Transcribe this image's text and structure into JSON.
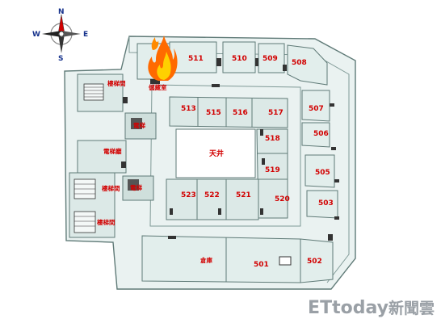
{
  "compass": {
    "north": "N",
    "south": "S",
    "east": "E",
    "west": "W"
  },
  "rooms": {
    "r511": "511",
    "r510": "510",
    "r509": "509",
    "r508": "508",
    "r507": "507",
    "r506": "506",
    "r505": "505",
    "r503": "503",
    "r502": "502",
    "r501": "501",
    "r513": "513",
    "r515": "515",
    "r516": "516",
    "r517": "517",
    "r518": "518",
    "r519": "519",
    "r520": "520",
    "r521": "521",
    "r522": "522",
    "r523": "523"
  },
  "labels": {
    "courtyard": "天井",
    "storage": "倉庫",
    "archive": "儲藏室",
    "stairwell_top": "樓梯間",
    "elevator_top": "電梯",
    "elevator_hall": "電梯廳",
    "stairwell_mid": "樓梯間",
    "elevator_bottom": "電梯",
    "stairwell_bottom": "樓梯間"
  },
  "watermark": {
    "brand": "ETtoday",
    "suffix": "新聞雲"
  },
  "colors": {
    "floor": "#e8f1f0",
    "wall_fill": "#c9dedb",
    "wall_stroke": "#5f7a77",
    "label_red": "#d20000",
    "flame_outer": "#ff6a00",
    "flame_inner": "#ffd000"
  }
}
